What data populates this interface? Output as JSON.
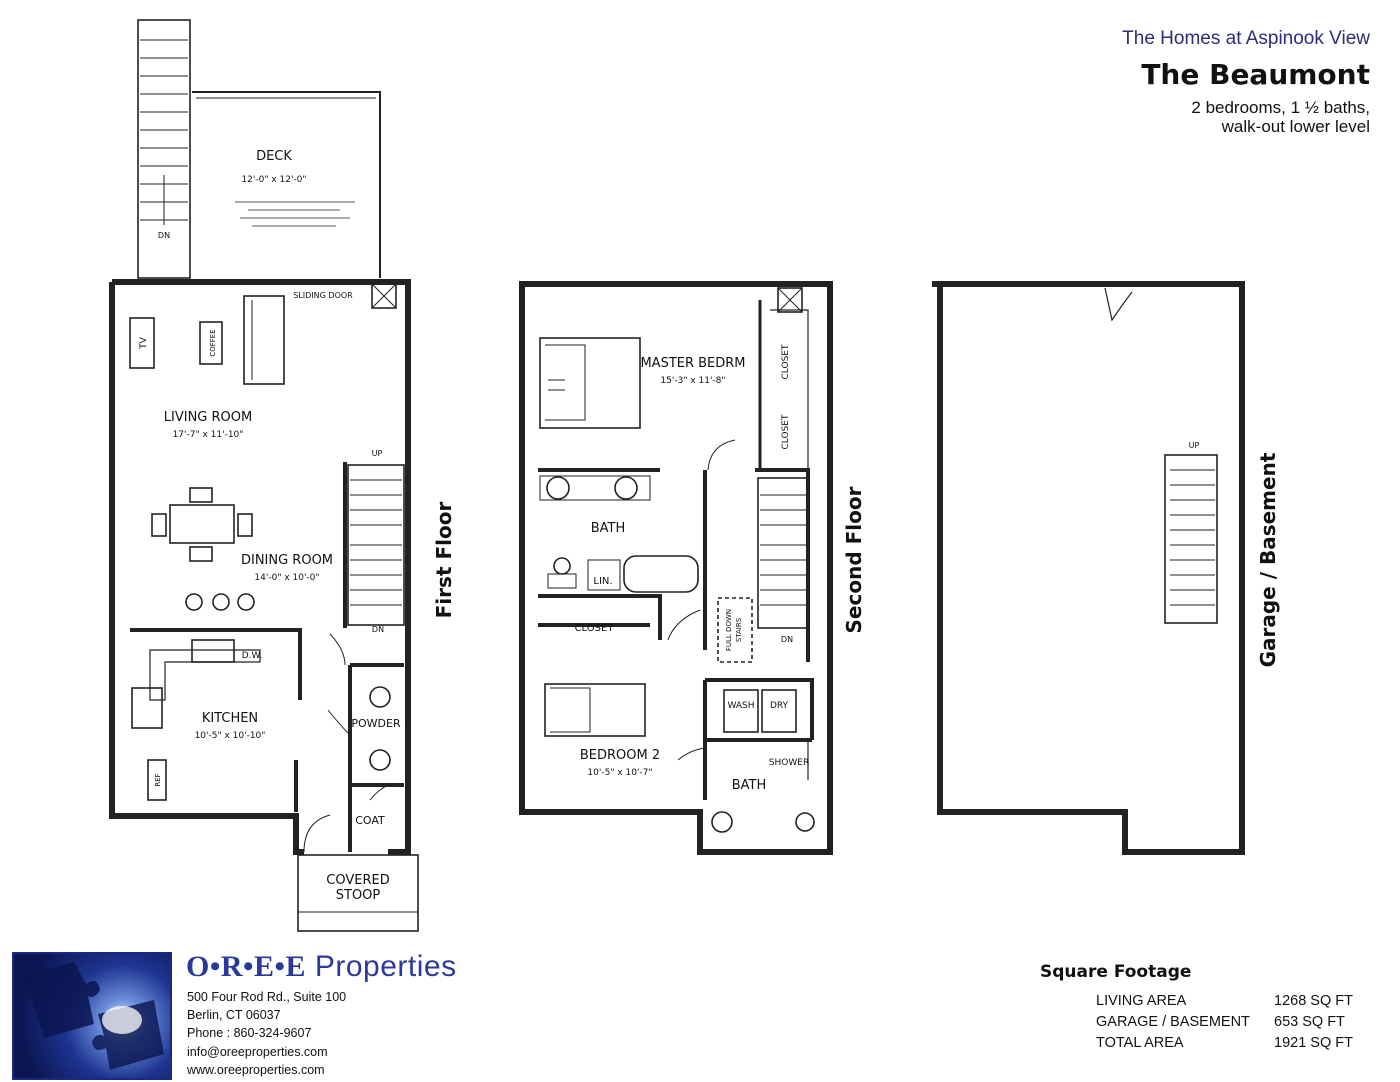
{
  "header": {
    "community": "The Homes at Aspinook View",
    "model": "The Beaumont",
    "desc_line1": "2 bedrooms, 1 ½ baths,",
    "desc_line2": "walk-out lower level"
  },
  "floors": {
    "first": "First Floor",
    "second": "Second Floor",
    "basement": "Garage / Basement"
  },
  "rooms": {
    "deck": "DECK",
    "deck_dim": "12'-0\" x 12'-0\"",
    "living": "LIVING ROOM",
    "living_dim": "17'-7\" x 11'-10\"",
    "dining": "DINING ROOM",
    "dining_dim": "14'-0\" x 10'-0\"",
    "kitchen": "KITCHEN",
    "kitchen_dim": "10'-5\" x 10'-10\"",
    "powder": "POWDER",
    "coat": "COAT",
    "stoop": "COVERED",
    "stoop2": "STOOP",
    "sliding": "SLIDING DOOR",
    "tv": "TV",
    "coffee": "COFFEE",
    "dw": "D.W.",
    "ref": "REF",
    "up": "UP",
    "dn": "DN",
    "master": "MASTER BEDRM",
    "master_dim": "15'-3\" x 11'-8\"",
    "closet": "CLOSET",
    "bath": "BATH",
    "lin": "LIN.",
    "bedroom2": "BEDROOM 2",
    "bedroom2_dim": "10'-5\" x 10'-7\"",
    "fulldown": "FULL DOWN",
    "stairs": "STAIRS",
    "wash": "WASH",
    "dry": "DRY",
    "shower": "SHOWER"
  },
  "company": {
    "name_letters": "O•R•E•E",
    "name_rest": " Properties",
    "address1": "500 Four Rod Rd., Suite 100",
    "address2": "Berlin, CT 06037",
    "phone": "Phone : 860-324-9607",
    "email": "info@oreeproperties.com",
    "website": "www.oreeproperties.com"
  },
  "square_footage": {
    "title": "Square Footage",
    "rows": [
      {
        "label": "LIVING AREA",
        "value": "1268 SQ FT"
      },
      {
        "label": "GARAGE / BASEMENT",
        "value": "653 SQ FT"
      },
      {
        "label": "TOTAL AREA",
        "value": "1921 SQ FT"
      }
    ]
  }
}
